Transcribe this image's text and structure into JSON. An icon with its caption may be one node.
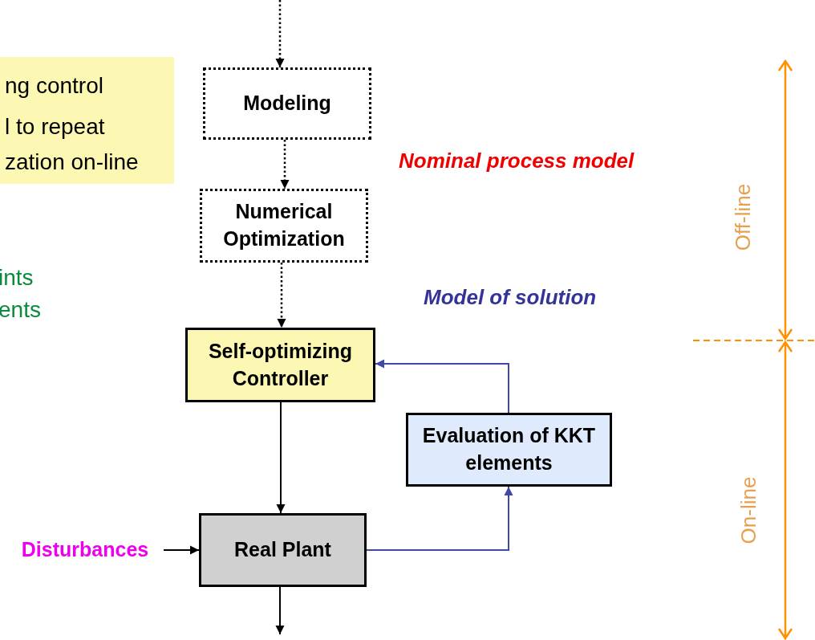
{
  "diagram": {
    "nodes": [
      {
        "text": [
          "ng control",
          "l to repeat zation on-line"
        ]
      },
      {
        "text": [
          "Modeling"
        ]
      },
      {
        "text": [
          "Numerical Optimization"
        ]
      },
      {
        "text": [
          "Self-optimizing Controller"
        ]
      },
      {
        "text": [
          "Evaluation of KKT elements"
        ]
      },
      {
        "text": [
          "Disturbances"
        ]
      },
      {
        "text": [
          "Real Plant"
        ]
      }
    ],
    "edges": [
      {
        "from": null,
        "to": 1,
        "arrow": "to",
        "style": "dashed"
      },
      {
        "from": 1,
        "to": 2,
        "arrow": "to",
        "style": "dashed"
      },
      {
        "from": 2,
        "to": 3,
        "arrow": "to",
        "style": "dashed"
      },
      {
        "from": 3,
        "to": 6,
        "arrow": "to"
      },
      {
        "from": 5,
        "to": 6,
        "arrow": "to"
      },
      {
        "from": 6,
        "to": 4,
        "arrow": "to",
        "color": "#3f48a8"
      },
      {
        "from": 4,
        "to": 3,
        "arrow": "to",
        "color": "#3f48a8"
      },
      {
        "from": 6,
        "to": null,
        "arrow": "to"
      }
    ],
    "labels": [
      "Nominal process model",
      "ints",
      "Model of solution",
      "ents",
      "Off-line",
      "On-line"
    ]
  }
}
